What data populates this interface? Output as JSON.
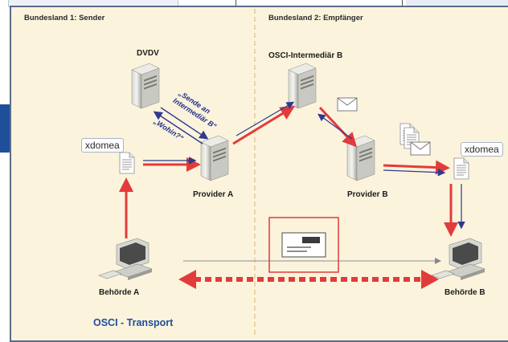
{
  "regions": {
    "sender_label": "Bundesland 1: Sender",
    "receiver_label": "Bundesland 2: Empfänger"
  },
  "nodes": {
    "dvdv": "DVDV",
    "intermediary": "OSCI-Intermediär B",
    "provider_a": "Provider A",
    "provider_b": "Provider B",
    "authority_a": "Behörde A",
    "authority_b": "Behörde B"
  },
  "tags": {
    "xdomea_left": "xdomea",
    "xdomea_right": "xdomea"
  },
  "messages": {
    "send_line1": "„Sende an",
    "send_line2": "Intermediär B“",
    "where": "„Wohin?“"
  },
  "footer": {
    "title": "OSCI - Transport"
  },
  "colors": {
    "flow_red": "#e23b3b",
    "flow_blue": "#2d3a8c",
    "panel_bg": "#fbf3dc",
    "divider": "#d9b86a",
    "footer_blue": "#1f4f9a"
  }
}
